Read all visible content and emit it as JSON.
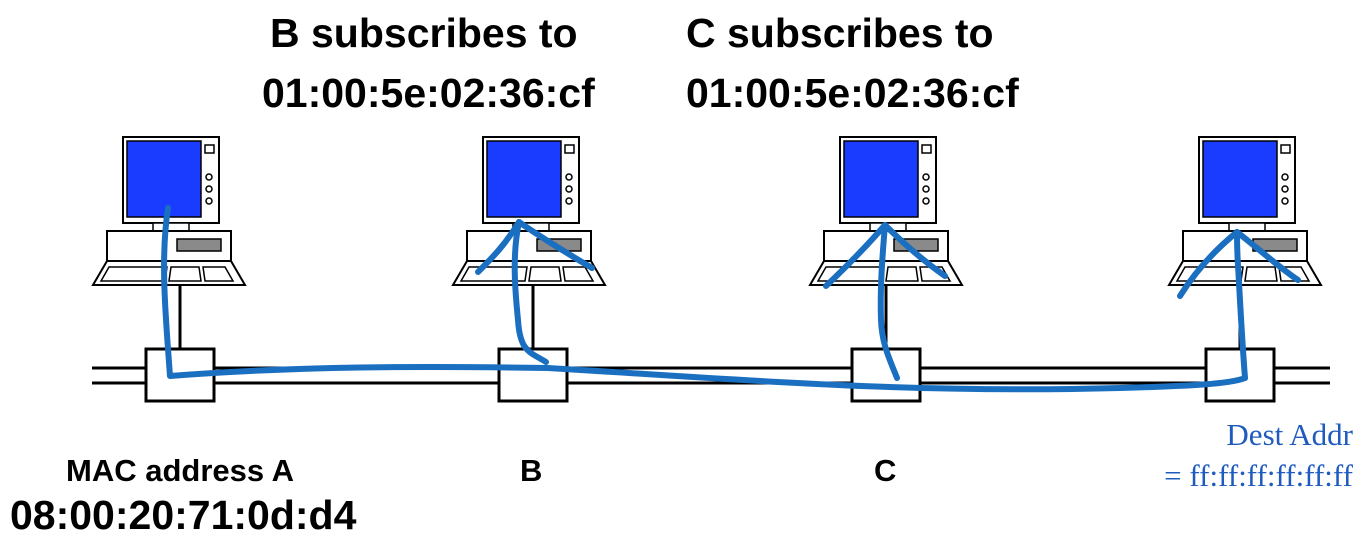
{
  "subscribe_labels": {
    "b_line1": "B subscribes to",
    "b_line2": "01:00:5e:02:36:cf",
    "c_line1": "C subscribes to",
    "c_line2": "01:00:5e:02:36:cf"
  },
  "host_labels": {
    "a_line1": "MAC address A",
    "a_line2": "08:00:20:71:0d:d4",
    "b": "B",
    "c": "C"
  },
  "dest_label": {
    "line1": "Dest Addr",
    "line2": "= ff:ff:ff:ff:ff:ff"
  },
  "colors": {
    "screen": "#1a3cff",
    "path_stroke": "#1a6fc0",
    "dest_text": "#1f5bbf",
    "outline": "#000000"
  },
  "icons": [
    "desktop-computer-icon",
    "network-tap-icon"
  ]
}
